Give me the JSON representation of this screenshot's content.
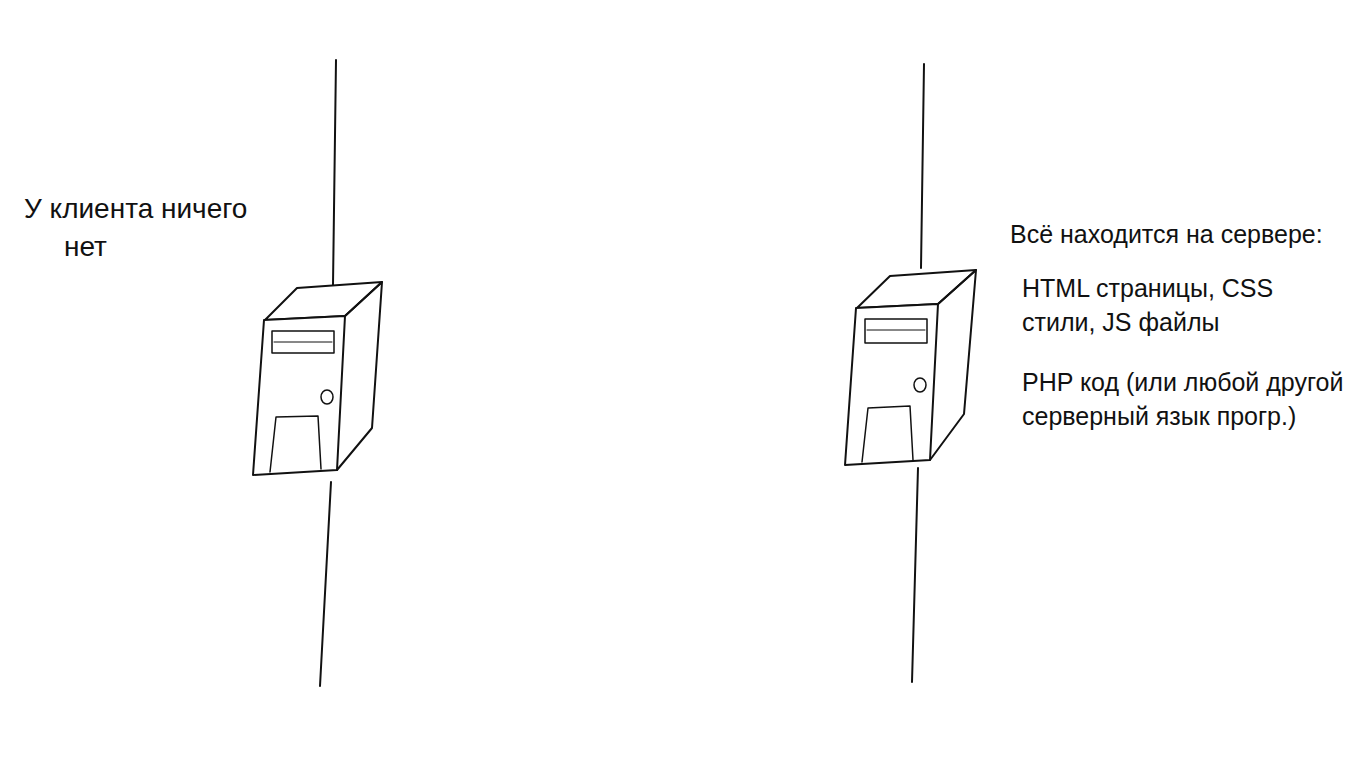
{
  "diagram": {
    "labels": [
      "У клиента ничего нет",
      "Всё находится на сервере:",
      "HTML страницы, CSS стили, JS файлы",
      "PHP код (или любой другой серверный язык прогр.)"
    ]
  }
}
